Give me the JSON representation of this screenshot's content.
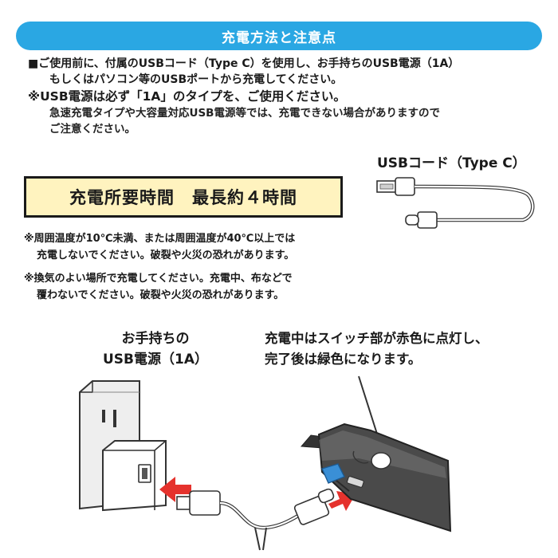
{
  "header": {
    "title": "充電方法と注意点"
  },
  "instructions": {
    "line1": "■ご使用前に、付属のUSBコード（Type C）を使用し、お手持ちのUSB電源（1A）",
    "line2": "もしくはパソコン等のUSBポートから充電してください。",
    "note_title": "※USB電源は必ず「1A」のタイプを、ご使用ください。",
    "note_line1": "急速充電タイプや大容量対応USB電源等では、充電できない場合がありますので",
    "note_line2": "ご注意ください。"
  },
  "charge_time": {
    "text": "充電所要時間　最長約４時間"
  },
  "cable": {
    "label": "USBコード（Type C）"
  },
  "warnings": [
    {
      "line1": "※周囲温度が10℃未満、または周囲温度が40℃以上では",
      "line2": "充電しないでください。破裂や火災の恐れがあります。"
    },
    {
      "line1": "※換気のよい場所で充電してください。充電中、布などで",
      "line2": "覆わないでください。破裂や火災の恐れがあります。"
    }
  ],
  "power_label": {
    "line1": "お手持ちの",
    "line2": "USB電源（1A）"
  },
  "switch_label": {
    "line1": "充電中はスイッチ部が赤色に点灯し、",
    "line2": "完了後は緑色になります。"
  },
  "colors": {
    "header": "#2aa7e3",
    "highlight_box": "#fff3bf",
    "arrow": "#e5322d",
    "device": "#555555",
    "led": "#3a8fd6"
  }
}
